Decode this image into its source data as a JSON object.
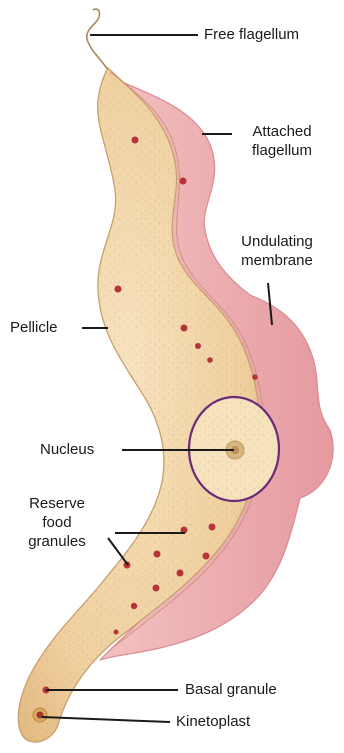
{
  "labels": {
    "free_flagellum": "Free flagellum",
    "attached_flagellum_1": "Attached",
    "attached_flagellum_2": "flagellum",
    "undulating_membrane_1": "Undulating",
    "undulating_membrane_2": "membrane",
    "pellicle": "Pellicle",
    "nucleus": "Nucleus",
    "reserve_food_1": "Reserve",
    "reserve_food_2": "food",
    "reserve_food_3": "granules",
    "basal_granule": "Basal granule",
    "kinetoplast": "Kinetoplast"
  },
  "colors": {
    "body_fill": "#f1d3a3",
    "body_stroke": "#c9a06e",
    "membrane_fill": "#ecaeb0",
    "membrane_stroke": "#d98b90",
    "nucleus_ring": "#6a2a7a",
    "nucleus_fill": "#f6e2bd",
    "nucleolus": "#c9a46a",
    "granule": "#b8323a",
    "leader_line": "#1a1a1a"
  }
}
